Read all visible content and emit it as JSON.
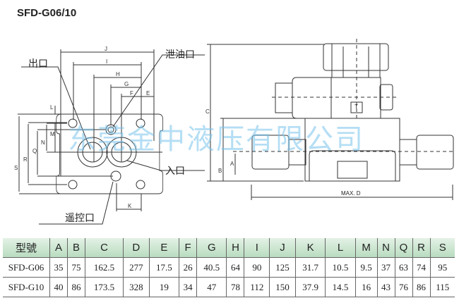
{
  "title": "SFD-G06/10",
  "labels": {
    "outlet": "出口",
    "drain": "泄油口",
    "inlet": "入口",
    "remote": "遥控口",
    "max_d": "MAX. D",
    "t_port": "T"
  },
  "dims": {
    "J": "J",
    "I": "I",
    "H": "H",
    "G": "G",
    "F": "F",
    "E": "E",
    "K": "K",
    "L": "L",
    "M": "M",
    "N": "N",
    "Q": "Q",
    "R": "R",
    "S": "S",
    "C": "C",
    "B": "B",
    "A": "A"
  },
  "watermark": "东莞金中液压有限公司",
  "table": {
    "headers": [
      "型號",
      "A",
      "B",
      "C",
      "D",
      "E",
      "F",
      "G",
      "H",
      "I",
      "J",
      "K",
      "L",
      "M",
      "N",
      "Q",
      "R",
      "S"
    ],
    "rows": [
      [
        "SFD-G06",
        "35",
        "75",
        "162.5",
        "277",
        "17.5",
        "26",
        "40.5",
        "64",
        "90",
        "125",
        "31.7",
        "10.5",
        "9.5",
        "37",
        "63",
        "74",
        "95"
      ],
      [
        "SFD-G10",
        "40",
        "86",
        "173.5",
        "328",
        "19",
        "34",
        "47",
        "78",
        "112",
        "150",
        "37.9",
        "14.5",
        "16",
        "43",
        "76",
        "86",
        "115"
      ]
    ]
  }
}
